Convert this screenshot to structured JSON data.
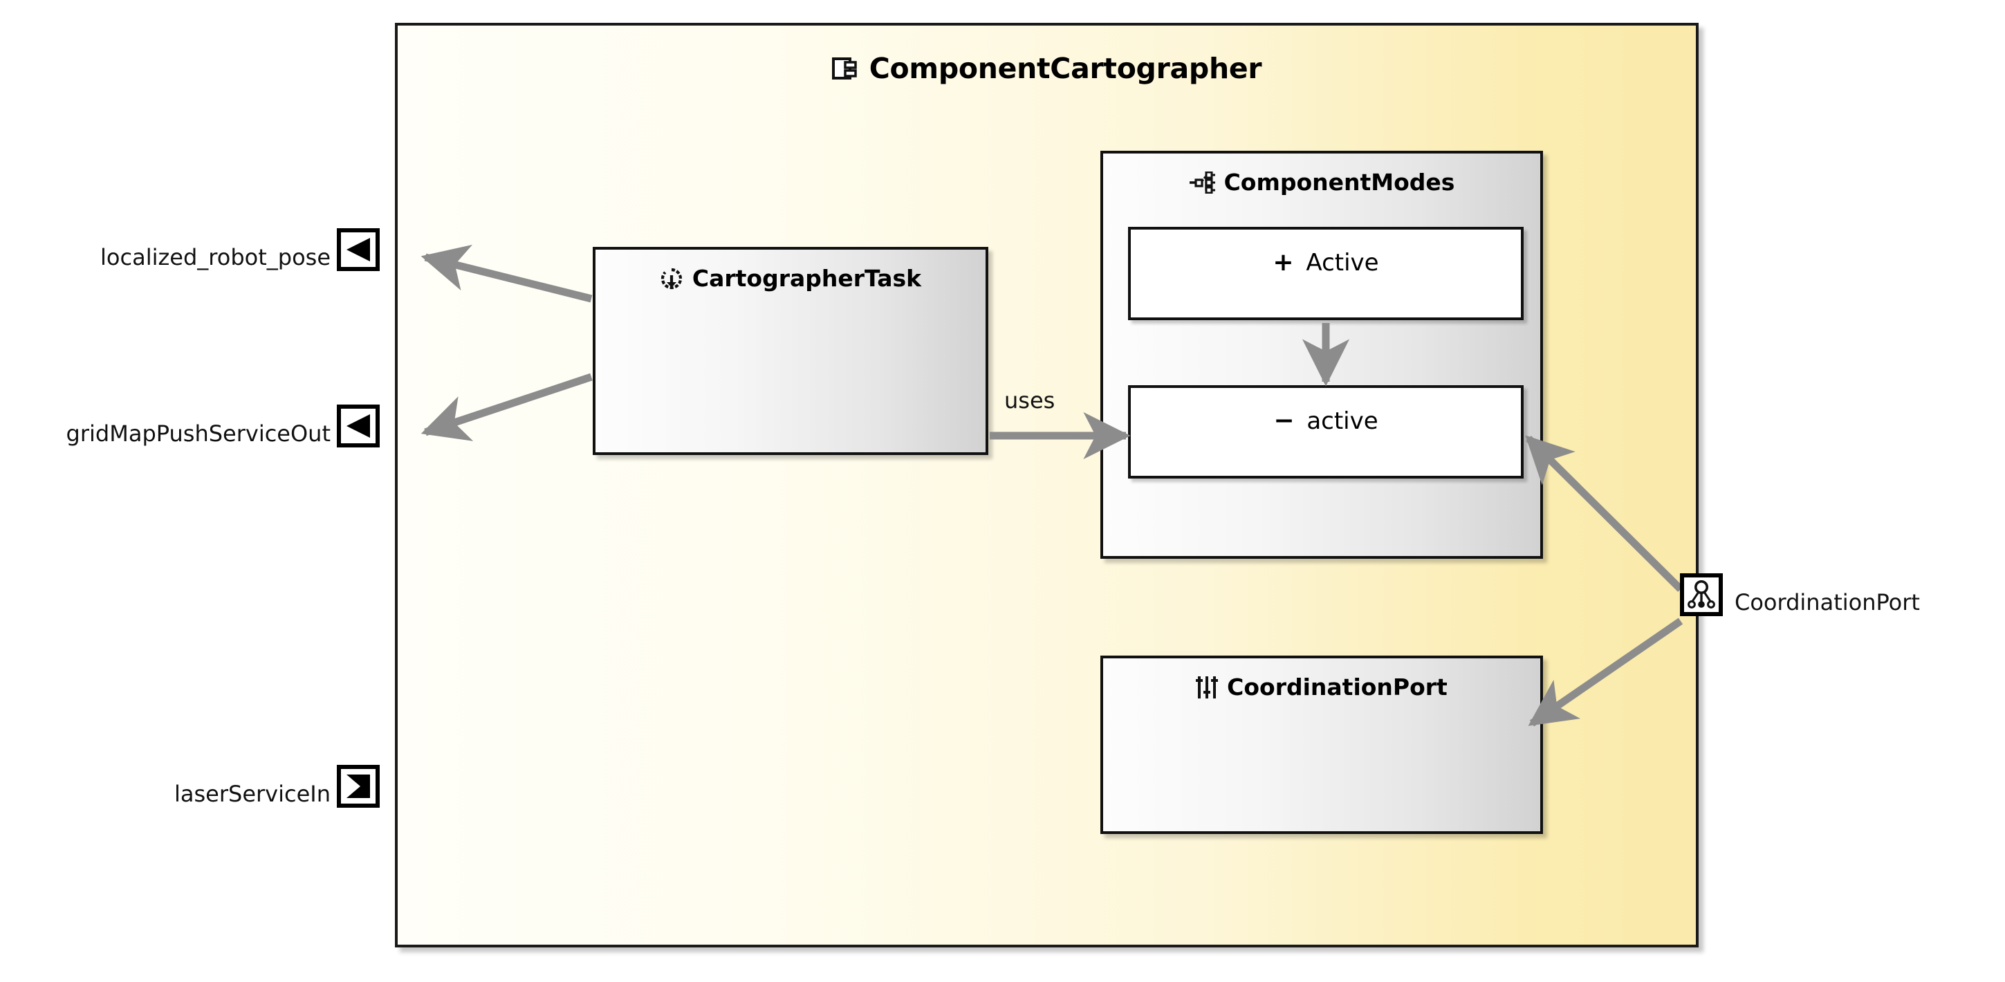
{
  "diagram": {
    "type": "uml-component-diagram",
    "component": {
      "name": "ComponentCartographer",
      "icon": "component-icon",
      "fill_start": "#fffef8",
      "fill_end": "#faeaab",
      "border_color": "#1a1a1a"
    },
    "inner_elements": [
      {
        "key": "task",
        "name": "CartographerTask",
        "icon": "task-cycle-icon",
        "kind": "task"
      },
      {
        "key": "modes",
        "name": "ComponentModes",
        "icon": "mode-hierarchy-icon",
        "kind": "modes-container"
      },
      {
        "key": "coordination_port",
        "name": "CoordinationPort",
        "icon": "sliders-icon",
        "kind": "port-definition"
      }
    ],
    "states": [
      {
        "key": "active_public",
        "visibility": "+",
        "name": "Active"
      },
      {
        "key": "active_private",
        "visibility": "−",
        "name": "active"
      }
    ],
    "ports": [
      {
        "key": "localized_robot_pose",
        "label": "localized_robot_pose",
        "direction": "out",
        "icon": "output-port-arrow-icon",
        "side": "left"
      },
      {
        "key": "gridMapPushServiceOut",
        "label": "gridMapPushServiceOut",
        "direction": "out",
        "icon": "output-port-arrow-icon",
        "side": "left"
      },
      {
        "key": "laserServiceIn",
        "label": "laserServiceIn",
        "direction": "in",
        "icon": "input-port-arrow-icon",
        "side": "left"
      },
      {
        "key": "coordination_port_external",
        "label": "CoordinationPort",
        "direction": "coordination",
        "icon": "coordination-tree-icon",
        "side": "right"
      }
    ],
    "connections": [
      {
        "from": "task",
        "to": "localized_robot_pose",
        "label": ""
      },
      {
        "from": "task",
        "to": "gridMapPushServiceOut",
        "label": ""
      },
      {
        "from": "task",
        "to": "modes",
        "label": "uses"
      },
      {
        "from": "active_public",
        "to": "active_private",
        "label": ""
      },
      {
        "from": "coordination_port_external",
        "to": "active_private",
        "label": ""
      },
      {
        "from": "coordination_port_external",
        "to": "coordination_port",
        "label": ""
      }
    ],
    "connector_color": "#8c8c8c",
    "labels": {
      "uses": "uses"
    }
  }
}
